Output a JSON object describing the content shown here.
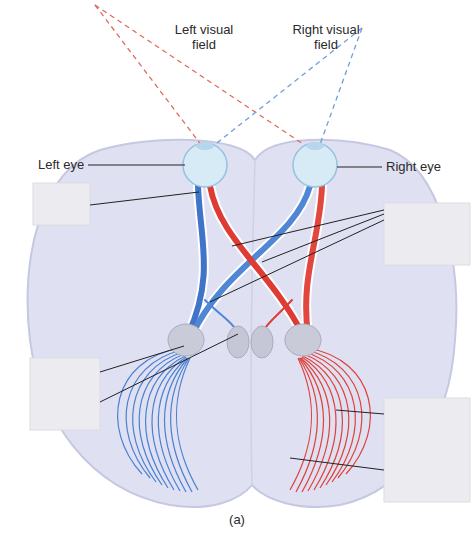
{
  "diagram": {
    "caption": "(a)",
    "labels": [
      "Left visual field",
      "Right visual field",
      "Left eye",
      "Right eye"
    ]
  }
}
